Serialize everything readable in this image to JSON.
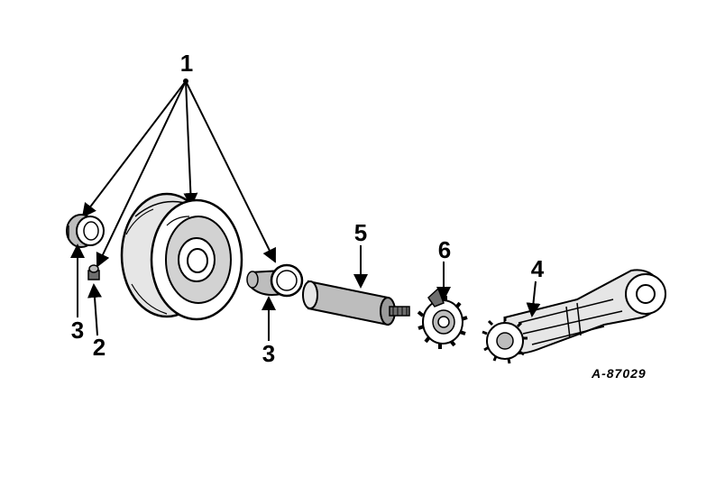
{
  "callouts": {
    "part_1": "1",
    "part_2": "2",
    "part_3_left": "3",
    "part_3_right": "3",
    "part_4": "4",
    "part_5": "5",
    "part_6": "6"
  },
  "reference_number": "A-87029",
  "colors": {
    "ink": "#000000",
    "paper": "#ffffff",
    "shade": "#bdbdbd",
    "dark_shade": "#6e6e6e"
  }
}
